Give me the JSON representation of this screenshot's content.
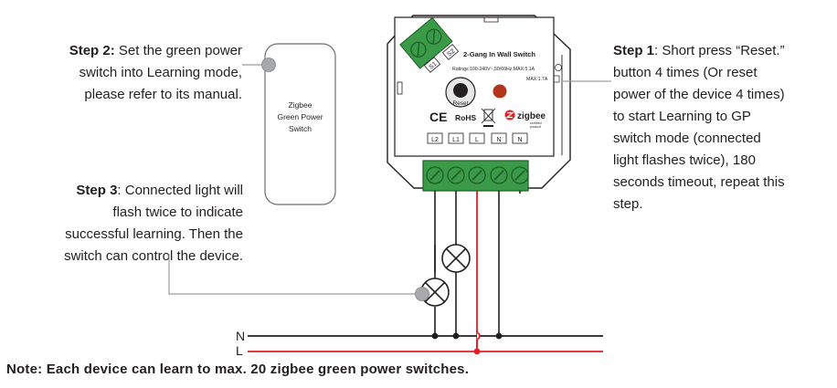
{
  "step2": {
    "label": "Step 2:",
    "line1": " Set the green power",
    "line2": "switch into Learning mode,",
    "line3": "please refer to its manual."
  },
  "step3": {
    "label": "Step 3",
    "line1": ": Connected light will",
    "line2": "flash twice to indicate",
    "line3": "successful learning. Then the",
    "line4": "switch can control the device."
  },
  "step1": {
    "label": "Step 1",
    "line1": ": Short press “Reset.”",
    "line2": "button 4 times (Or reset",
    "line3": "power of the device 4 times)",
    "line4": "to start Learning to GP",
    "line5": "switch mode (connected",
    "line6": "light flashes twice), 180",
    "line7": "seconds timeout, repeat this",
    "line8": "step."
  },
  "note": "Note: Each device can learn to max. 20 zigbee green power switches.",
  "gp_switch": {
    "line1": "Zigbee",
    "line2": "Green Power",
    "line3": "Switch"
  },
  "device": {
    "title": "2-Gang In Wall Switch",
    "ratings": "Ratings:100-240V~,50/60Hz,MAX:5.1A",
    "max_current": "MAX:1.7A",
    "reset_label": "Reset",
    "terminal_s1": "S1",
    "terminal_s2": "S2",
    "ce": "CE",
    "rohs": "RoHS",
    "zigbee": "zigbee",
    "zigbee_sub1": "certified",
    "zigbee_sub2": "product",
    "bottom_labels": [
      "L2",
      "L1",
      "L",
      "N",
      "N"
    ]
  },
  "lines": {
    "n": "N",
    "l": "L"
  },
  "colors": {
    "live_wire": "#e31e24",
    "neutral_wire": "#231f20",
    "terminal_green": "#3a9a48",
    "led_red": "#b5351c",
    "lead_gray": "#9c9c9c"
  }
}
